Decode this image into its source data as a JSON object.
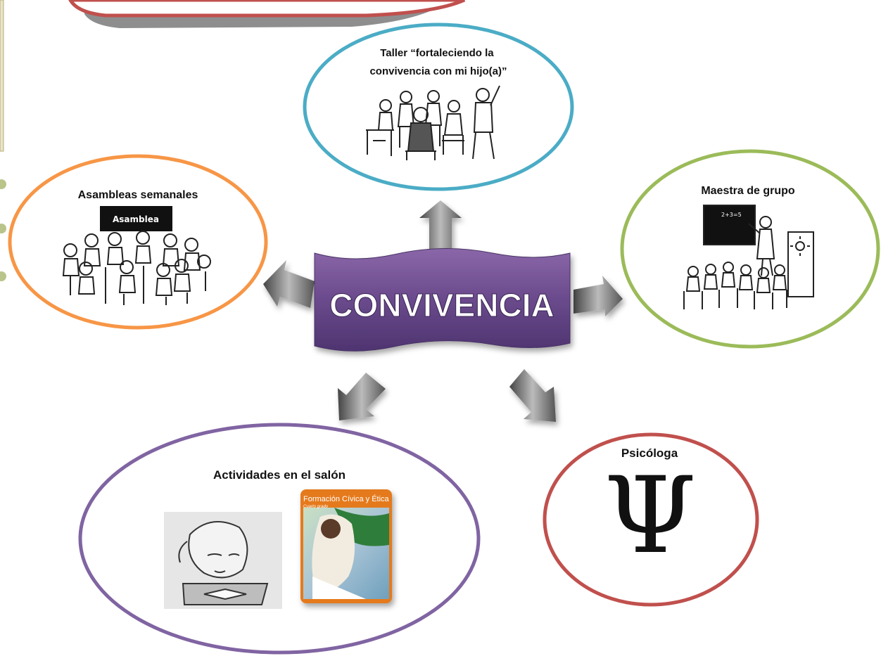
{
  "diagram": {
    "center_label": "CONVIVENCIA",
    "nodes": {
      "taller": {
        "title": "Taller “fortaleciendo la convivencia con mi hijo(a)”",
        "color": "#4bacc6",
        "icon": "parents-meeting-drawing"
      },
      "asambleas": {
        "title": "Asambleas semanales",
        "board_text": "Asamblea",
        "color": "#f79646",
        "icon": "circle-of-children-drawing"
      },
      "maestra": {
        "title": "Maestra de grupo",
        "board_text": "2+3=5",
        "color": "#9bbb59",
        "icon": "teacher-classroom-drawing"
      },
      "actividades": {
        "title": "Actividades en el salón",
        "book_title": "Formación Cívica y Ética",
        "book_subtitle": "Cuarto grado",
        "color": "#8064a2",
        "icon": "reading-child-and-textbook"
      },
      "psicologa": {
        "title": "Psicóloga",
        "symbol": "Ψ",
        "color": "#c0504d",
        "icon": "psi-symbol"
      }
    },
    "colors": {
      "center_fill": "#6f4b8f",
      "arrow_fill": "#777777"
    }
  }
}
